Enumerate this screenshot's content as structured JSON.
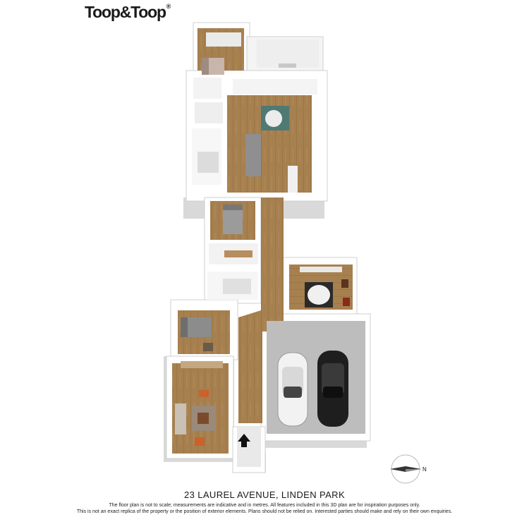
{
  "brand": {
    "logo_text": "Toop&Toop",
    "logo_mark": "®"
  },
  "compass": {
    "label": "N"
  },
  "address": "23 LAUREL AVENUE, LINDEN PARK",
  "disclaimer": {
    "line1": "The floor plan is not to scale; measurements are indicative and in metres. All features included in this 3D plan are for inspiration purposes only.",
    "line2": "This is not an exact replica of the property or the position of exterior elements. Plans should not be relied on. Interested parties should make and rely on their own enquiries."
  },
  "colors": {
    "floor_wood": "#a7804f",
    "wall": "#ffffff",
    "garage_floor": "#bdbdbd",
    "car_white": "#f2f2f2",
    "car_black": "#1e1e1e",
    "rug_teal": "#4f7a74"
  },
  "icons": [
    "entry-arrow-icon",
    "compass-icon"
  ]
}
